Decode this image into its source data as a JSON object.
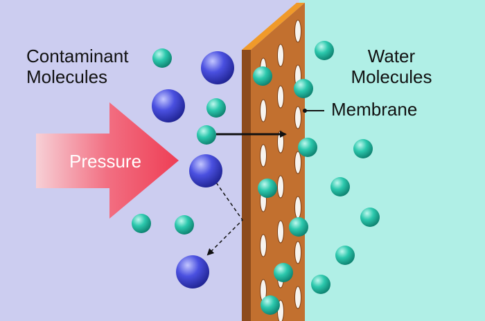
{
  "labels": {
    "contaminant_line1": "Contaminant",
    "contaminant_line2": "Molecules",
    "water_line1": "Water",
    "water_line2": "Molecules",
    "membrane": "Membrane",
    "pressure": "Pressure"
  },
  "colors": {
    "left_background": "#cccdf0",
    "right_background": "#b0efe6",
    "membrane_face": "#c2702f",
    "membrane_top": "#f09a2a",
    "membrane_side": "#8d4b1c",
    "water_molecule": "#1bb79d",
    "contaminant_molecule": "#3a3fd0",
    "pressure_arrow": "#f0455a"
  }
}
